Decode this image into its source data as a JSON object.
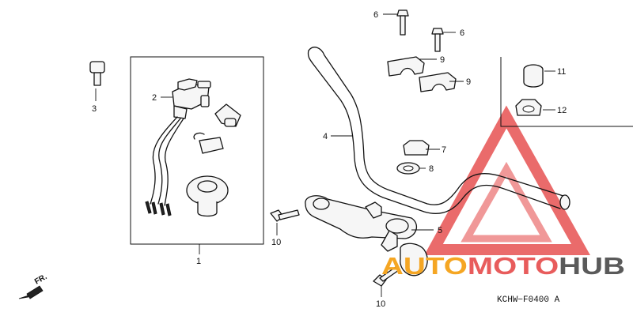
{
  "callouts": {
    "c1": "1",
    "c2": "2",
    "c3": "3",
    "c4": "4",
    "c5": "5",
    "c6a": "6",
    "c6b": "6",
    "c7": "7",
    "c8": "8",
    "c9a": "9",
    "c9b": "9",
    "c10a": "10",
    "c10b": "10",
    "c11": "11",
    "c12": "12"
  },
  "front_label": "FR.",
  "reference_code": "KCHW−F0400 A",
  "watermark": {
    "part1": "AUTO",
    "part2": "MOTO",
    "part3": "HUB",
    "color_orange": "#f5a623",
    "color_red": "#e85c5c",
    "color_gray": "#5a5a5a"
  }
}
